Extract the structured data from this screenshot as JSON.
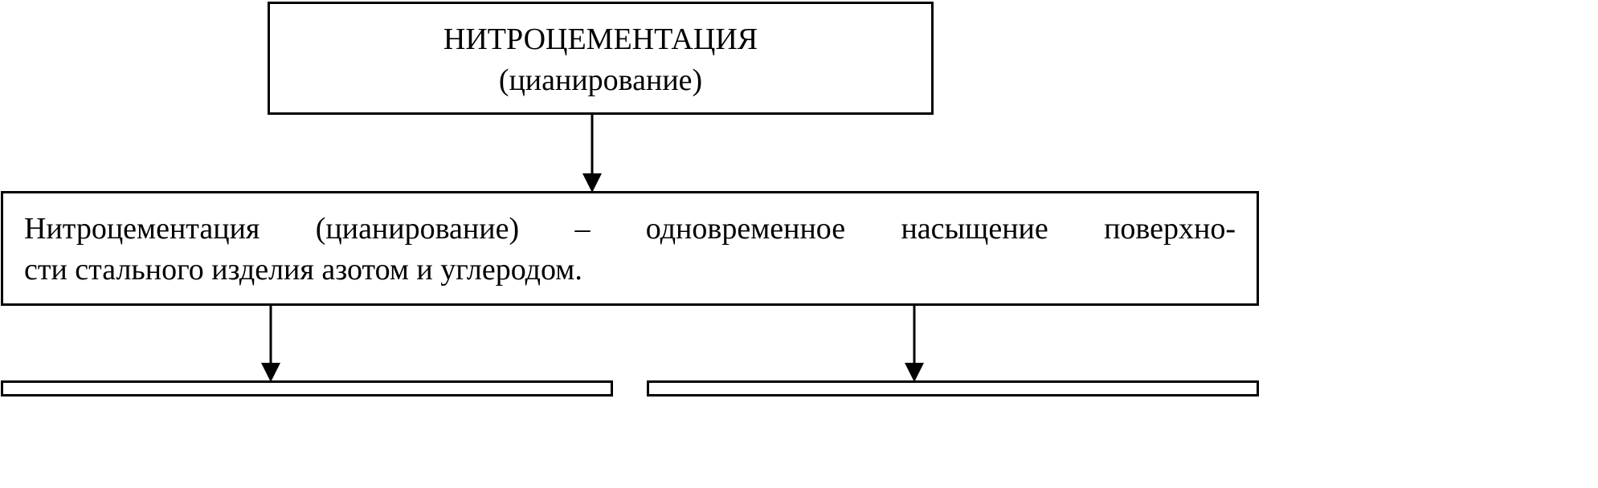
{
  "title_box": {
    "line1": "НИТРОЦЕМЕНТАЦИЯ",
    "line2": "(цианирование)"
  },
  "definition_box": {
    "line1": "Нитроцементация (цианирование) – одновременное насыщение поверхно-",
    "line2": "сти стального изделия азотом и углеродом."
  },
  "colors": {
    "line": "#000000",
    "background": "#ffffff"
  }
}
